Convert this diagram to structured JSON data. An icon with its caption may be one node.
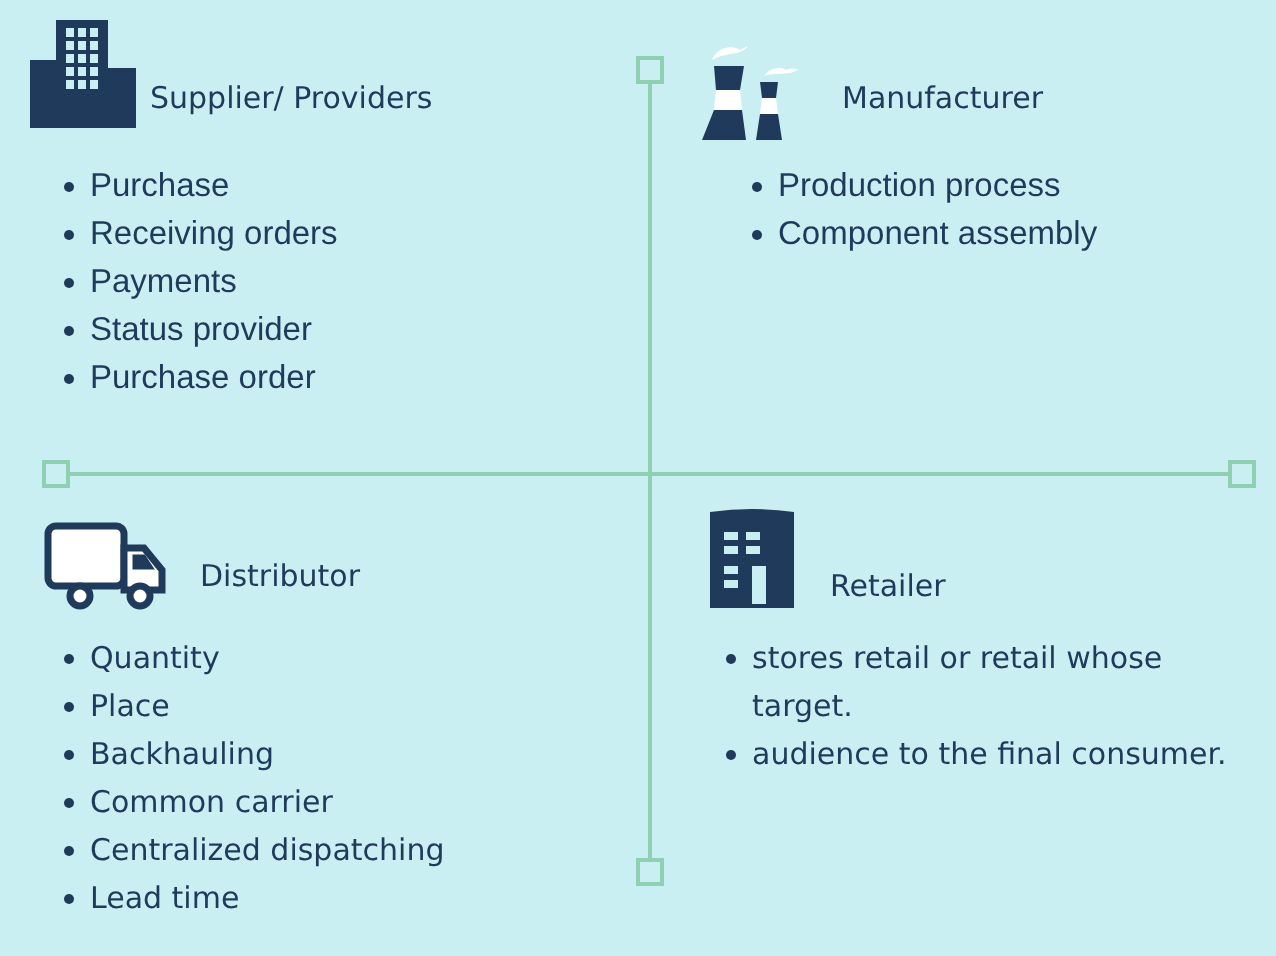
{
  "diagram": {
    "labels": [
      "Supplier/ Providers",
      "Purchase",
      "Receiving orders",
      "Payments",
      "Status provider",
      "Purchase order",
      "Manufacturer",
      "Production process",
      "Component assembly",
      "Distributor",
      "Quantity",
      "Place",
      "Backhauling",
      "Common carrier",
      "Centralized dispatching",
      "Lead time",
      "Retailer",
      "stores retail or retail whose target.",
      "audience to the final consumer."
    ]
  }
}
